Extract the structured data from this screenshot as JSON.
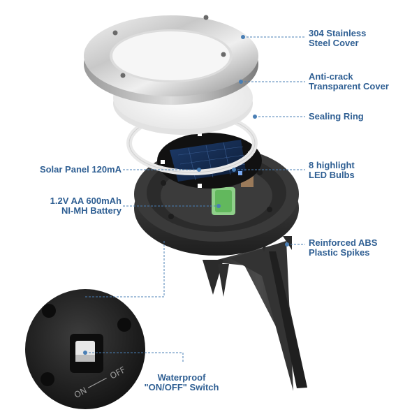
{
  "labels": {
    "steel_cover": {
      "line1": "304 Stainless",
      "line2": "Steel Cover"
    },
    "transparent_cover": {
      "line1": "Anti-crack",
      "line2": "Transparent Cover"
    },
    "sealing_ring": {
      "line1": "Sealing Ring"
    },
    "solar_panel": {
      "line1": "Solar Panel 120mA"
    },
    "led_bulbs": {
      "line1": "8 highlight",
      "line2": "LED Bulbs"
    },
    "battery": {
      "line1": "1.2V AA 600mAh",
      "line2": "NI-MH Battery"
    },
    "spikes": {
      "line1": "Reinforced ABS",
      "line2": "Plastic Spikes"
    },
    "switch": {
      "line1": "Waterproof",
      "line2": "\"ON/OFF\" Switch"
    }
  },
  "switch_markings": {
    "on": "ON",
    "off": "OFF"
  },
  "colors": {
    "label": "#2f5f93",
    "leader": "#4a7fb5"
  }
}
